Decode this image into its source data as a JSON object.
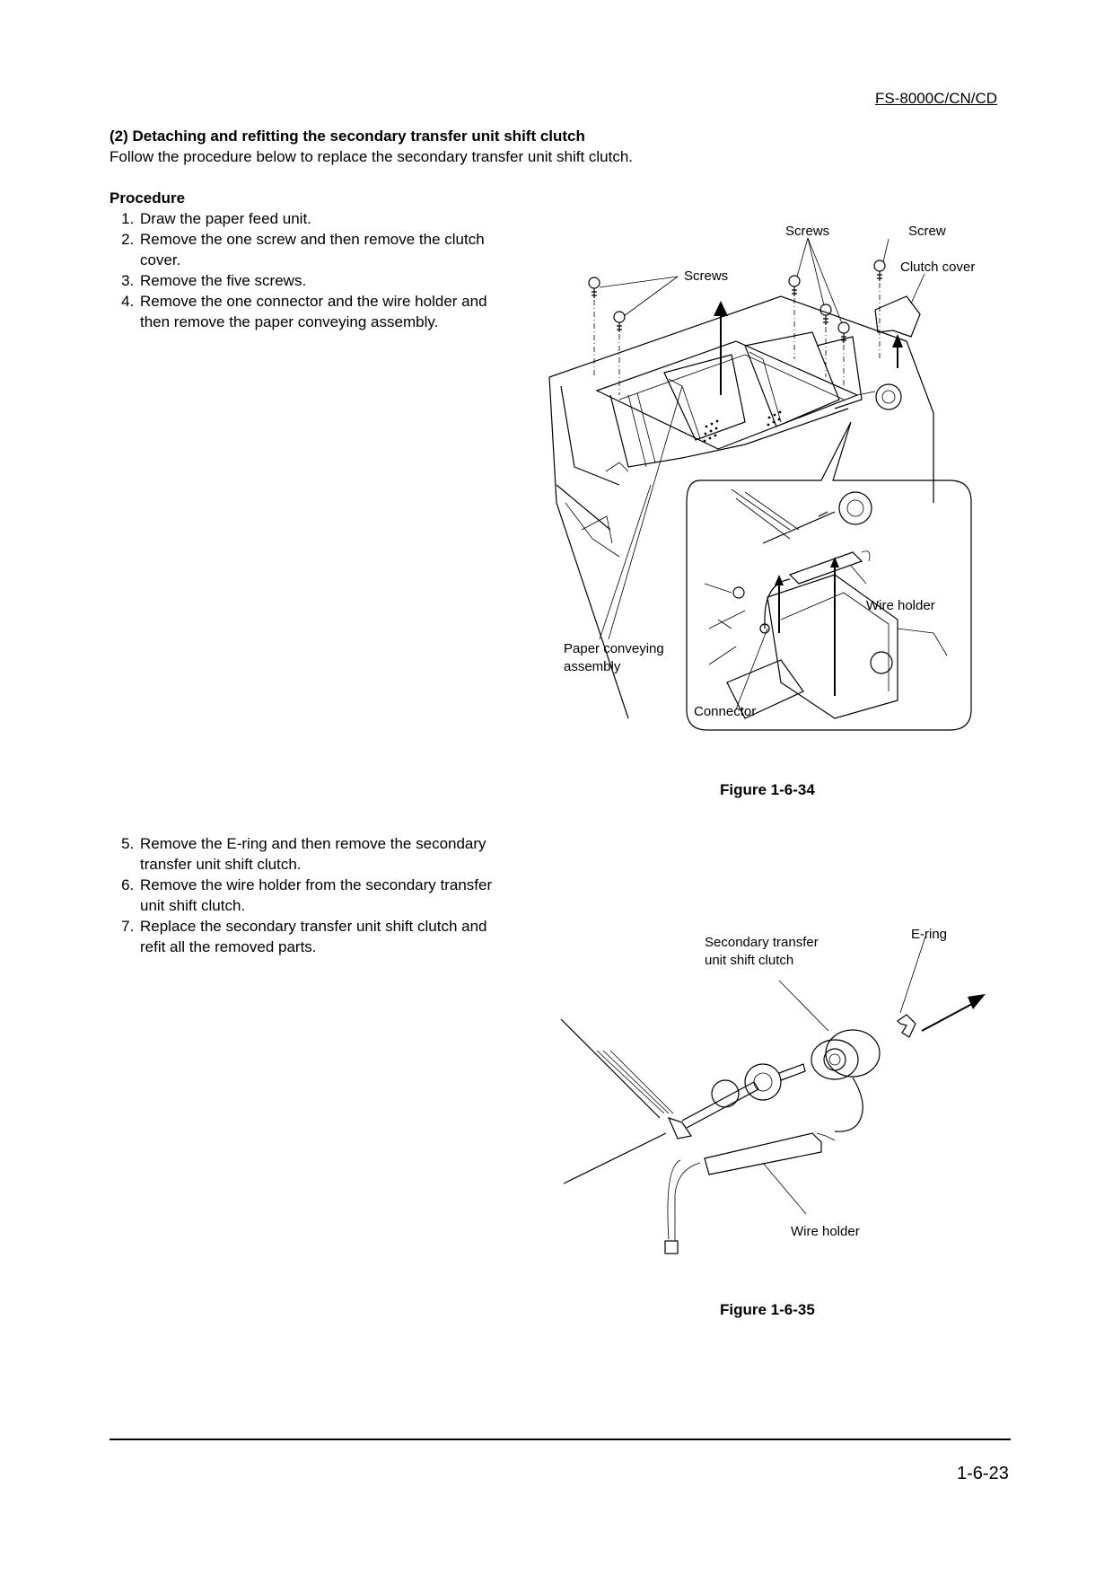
{
  "header": {
    "model": "FS-8000C/CN/CD"
  },
  "section": {
    "title": "(2) Detaching and refitting the secondary transfer unit shift clutch",
    "intro": "Follow the procedure below to replace the secondary transfer unit shift clutch."
  },
  "procedure": {
    "title": "Procedure",
    "steps_a": [
      "Draw the paper feed unit.",
      "Remove the one screw and then remove the clutch cover.",
      "Remove the five screws.",
      "Remove the one connector and the wire holder and then remove the paper conveying assembly."
    ],
    "steps_b": [
      "Remove the E-ring and then remove the secondary transfer unit shift clutch.",
      "Remove the wire holder from the secondary transfer unit shift clutch.",
      "Replace the secondary transfer unit shift clutch and refit all the removed parts."
    ]
  },
  "figure_34": {
    "caption": "Figure 1-6-34",
    "labels": {
      "screws_left": "Screws",
      "screws_top": "Screws",
      "screw": "Screw",
      "clutch_cover": "Clutch cover",
      "wire_holder": "Wire holder",
      "paper_conveying_1": "Paper conveying",
      "paper_conveying_2": "assembly",
      "connector": "Connector"
    }
  },
  "figure_35": {
    "caption": "Figure 1-6-35",
    "labels": {
      "clutch_1": "Secondary transfer",
      "clutch_2": "unit shift clutch",
      "e_ring": "E-ring",
      "wire_holder": "Wire holder"
    }
  },
  "footer": {
    "page_number": "1-6-23"
  }
}
